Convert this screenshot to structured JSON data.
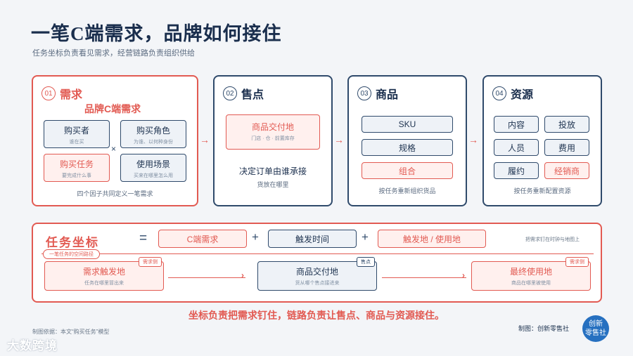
{
  "title": "一笔C端需求，品牌如何接住",
  "subtitle": "任务坐标负责看见需求，经营链路负责组织供给",
  "cards": {
    "c1": {
      "num": "01",
      "title": "需求",
      "highlight": "品牌C端需求",
      "boxes": [
        {
          "t": "购买者",
          "s": "谁在买"
        },
        {
          "t": "购买角色",
          "s": "为谁、以何种身份"
        },
        {
          "t": "购买任务",
          "s": "要完成什么事"
        },
        {
          "t": "使用场景",
          "s": "买来在哪里怎么用"
        }
      ],
      "cross": "×",
      "caption": "四个因子共同定义一笔需求"
    },
    "c2": {
      "num": "02",
      "title": "售点",
      "box": {
        "t": "商品交付地",
        "s": "门店 · 仓 · 前置库存"
      },
      "main": "决定订单由谁承接",
      "sub": "货放在哪里"
    },
    "c3": {
      "num": "03",
      "title": "商品",
      "items": [
        "SKU",
        "规格",
        "组合"
      ],
      "caption": "按任务重新组织货品"
    },
    "c4": {
      "num": "04",
      "title": "资源",
      "items": [
        "内容",
        "投放",
        "人员",
        "费用",
        "履约",
        "经销商"
      ],
      "caption": "按任务重新配置资源"
    }
  },
  "coord": {
    "label": "任务坐标",
    "eq": "=",
    "plus": "+",
    "f1": "C端需求",
    "f2": "触发时间",
    "f3": "触发地 / 使用地",
    "note": "把需求钉在时钟与地图上",
    "path": "一笔任务的空间路径",
    "nodes": [
      {
        "t": "需求触发地",
        "s": "任务在哪里冒出来",
        "tag": "需求侧"
      },
      {
        "t": "商品交付地",
        "s": "货从哪个售点接进来",
        "tag": "售点"
      },
      {
        "t": "最终使用地",
        "s": "商品在哪里被使用",
        "tag": "需求侧"
      }
    ]
  },
  "conclusion": "坐标负责把需求钉住，链路负责让售点、商品与资源接住。",
  "source": "制图依据：本文“购买任务”模型",
  "credit": "制图：创新零售社",
  "badge": {
    "l1": "创新",
    "l2": "零售社"
  },
  "watermark": "大数跨境",
  "colors": {
    "navy": "#2f4a6b",
    "red": "#e25a52",
    "bg": "#f3f5f8"
  }
}
